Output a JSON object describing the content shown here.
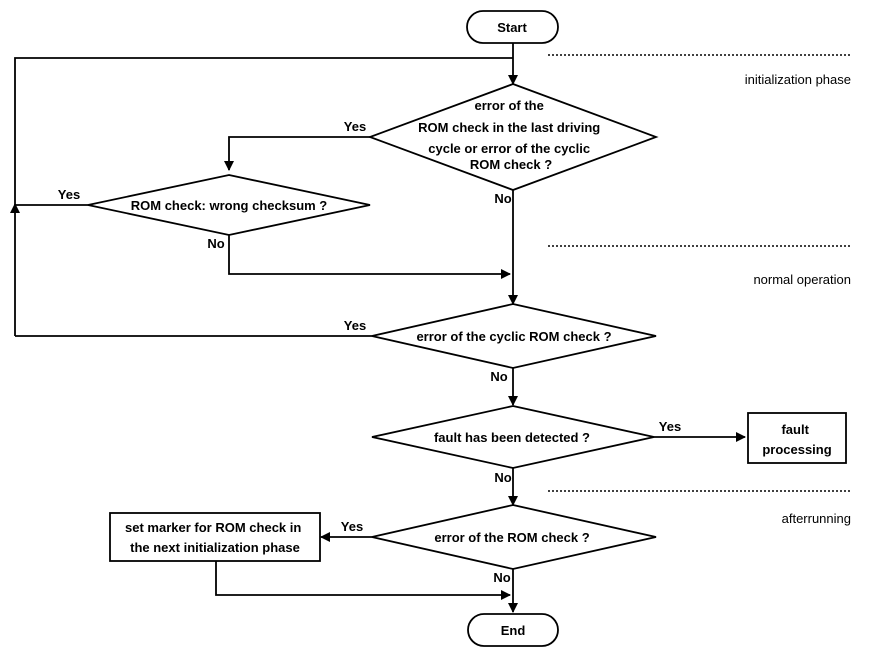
{
  "nodes": {
    "start": "Start",
    "end": "End",
    "d1": [
      "error of the",
      "ROM check in the last driving",
      "cycle or error of the cyclic",
      "ROM check ?"
    ],
    "d2": "ROM check: wrong checksum ?",
    "d3": "error of the cyclic ROM check ?",
    "d4": "fault has been detected ?",
    "d5": "error of the ROM check ?",
    "fault_processing": [
      "fault",
      "processing"
    ],
    "set_marker": [
      "set marker for ROM check in",
      "the next initialization phase"
    ]
  },
  "edges": {
    "yes": "Yes",
    "no": "No"
  },
  "phases": {
    "initialization": "initialization phase",
    "normal": "normal operation",
    "afterrunning": "afterrunning"
  }
}
